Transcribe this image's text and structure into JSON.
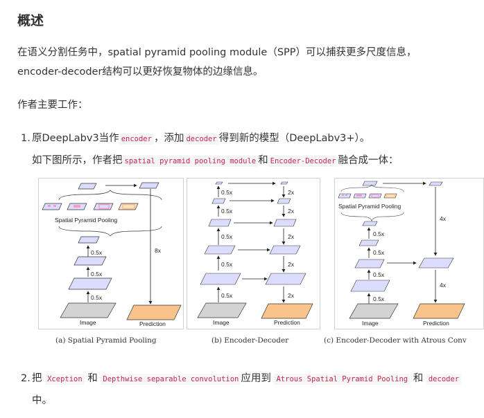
{
  "heading": "概述",
  "intro_line1": "在语义分割任务中，spatial pyramid pooling module（SPP）可以捕获更多尺度信息，",
  "intro_line2": "encoder-decoder结构可以更好恢复物体的边缘信息。",
  "author_work": "作者主要工作：",
  "item1": {
    "number": "1.",
    "t1": "原DeepLabv3当作",
    "c1": "encoder",
    "t2": "，添加",
    "c2": "decoder",
    "t3": "得到新的模型（DeepLabv3+）。",
    "t4": "如下图所示，作者把",
    "c3": "spatial pyramid pooling module",
    "t5": "和",
    "c4": "Encoder-Decoder",
    "t6": "融合成一体："
  },
  "figure": {
    "panel_a": {
      "spp_label": "Spatial Pyramid Pooling",
      "scales": [
        "0.5x",
        "0.5x",
        "0.5x"
      ],
      "upsample": "8x",
      "image_label": "Image",
      "prediction_label": "Prediction",
      "caption": "(a) Spatial Pyramid Pooling"
    },
    "panel_b": {
      "left_scales": [
        "0.5x",
        "0.5x",
        "0.5x",
        "0.5x",
        "0.5x"
      ],
      "right_scales": [
        "2x",
        "2x",
        "2x",
        "2x",
        "2x"
      ],
      "image_label": "Image",
      "prediction_label": "Prediction",
      "caption": "(b) Encoder-Decoder"
    },
    "panel_c": {
      "spp_label": "Spatial Pyramid Pooling",
      "scales": [
        "0.5x",
        "0.5x",
        "0.5x",
        "0.5x"
      ],
      "upsample_top": "4x",
      "upsample_bottom": "4x",
      "image_label": "Image",
      "prediction_label": "Prediction",
      "caption": "(c) Encoder-Decoder with Atrous Conv"
    },
    "colors": {
      "feature": "#dcdcff",
      "image": "#d3d3d3",
      "prediction": "#f9c38c",
      "pool_inner": "#f39cc8"
    }
  },
  "item2": {
    "number": "2.",
    "t1": "把",
    "c1": "Xception",
    "t2": "和",
    "c2": "Depthwise separable convolution",
    "t3": "应用到",
    "c3": "Atrous Spatial Pyramid Pooling",
    "t4": "和",
    "c4": "decoder",
    "t5": "中。"
  }
}
